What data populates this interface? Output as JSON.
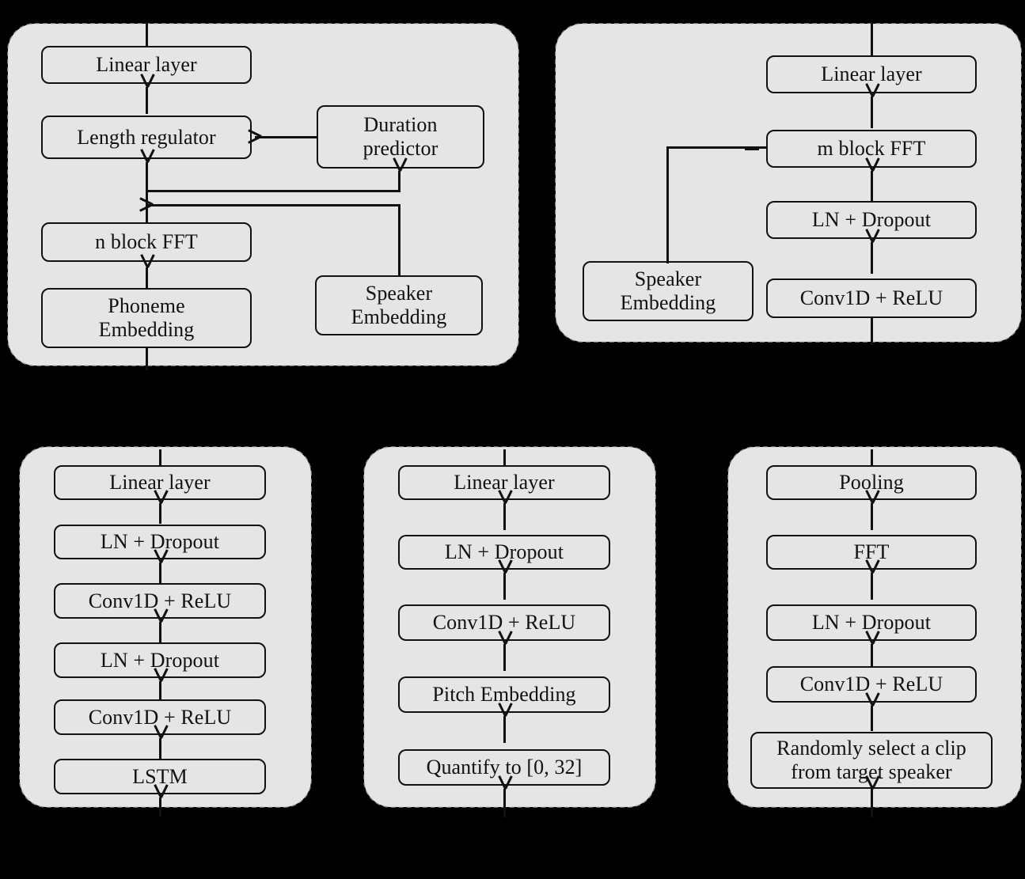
{
  "diagram": {
    "title": "Multi-speaker TTS model architecture blocks",
    "colors": {
      "panel_fill": "#e5e5e5",
      "box_fill": "#e5e5e5",
      "stroke": "#111111",
      "background": "#000000"
    }
  },
  "panels": [
    {
      "id": "panel-acoustic-encoder",
      "name": "acoustic-encoder-panel",
      "boxes": [
        {
          "id": "tl-linear-layer",
          "label": "Linear layer"
        },
        {
          "id": "tl-length-regulator",
          "label": "Length regulator"
        },
        {
          "id": "tl-duration-predictor",
          "label": "Duration\npredictor",
          "line1": "Duration",
          "line2": "predictor"
        },
        {
          "id": "tl-n-block-fft",
          "label": "n block FFT"
        },
        {
          "id": "tl-phoneme-embedding",
          "label": "Phoneme\nEmbedding",
          "line1": "Phoneme",
          "line2": "Embedding"
        },
        {
          "id": "tl-speaker-embedding",
          "label": "Speaker\nEmbedding",
          "line1": "Speaker",
          "line2": "Embedding"
        }
      ],
      "edges": [
        {
          "from": "tl-phoneme-embedding",
          "to": "tl-n-block-fft"
        },
        {
          "from": "tl-n-block-fft",
          "to": "tl-length-regulator"
        },
        {
          "from": "tl-length-regulator",
          "to": "tl-linear-layer"
        },
        {
          "from": "tl-duration-predictor",
          "to": "tl-length-regulator"
        },
        {
          "from": "tl-n-block-fft",
          "to": "tl-duration-predictor"
        },
        {
          "from": "tl-speaker-embedding",
          "to": "tl-n-block-fft-output"
        }
      ]
    },
    {
      "id": "panel-decoder",
      "name": "decoder-panel",
      "boxes": [
        {
          "id": "tr-linear-layer",
          "label": "Linear layer"
        },
        {
          "id": "tr-m-block-fft",
          "label": "m block FFT"
        },
        {
          "id": "tr-ln-dropout",
          "label": "LN + Dropout"
        },
        {
          "id": "tr-conv1d-relu",
          "label": "Conv1D + ReLU"
        },
        {
          "id": "tr-speaker-embedding",
          "label": "Speaker\nEmbedding",
          "line1": "Speaker",
          "line2": "Embedding"
        }
      ],
      "edges": [
        {
          "from": "tr-conv1d-relu",
          "to": "tr-ln-dropout"
        },
        {
          "from": "tr-ln-dropout",
          "to": "tr-m-block-fft"
        },
        {
          "from": "tr-m-block-fft",
          "to": "tr-linear-layer"
        },
        {
          "from": "tr-speaker-embedding",
          "to": "tr-m-block-fft"
        }
      ]
    },
    {
      "id": "panel-duration-predictor",
      "name": "duration-predictor-panel",
      "boxes": [
        {
          "id": "bl-linear-layer",
          "label": "Linear layer"
        },
        {
          "id": "bl-ln-dropout-2",
          "label": "LN + Dropout"
        },
        {
          "id": "bl-conv1d-relu-2",
          "label": "Conv1D + ReLU"
        },
        {
          "id": "bl-ln-dropout-1",
          "label": "LN + Dropout"
        },
        {
          "id": "bl-conv1d-relu-1",
          "label": "Conv1D + ReLU"
        },
        {
          "id": "bl-lstm",
          "label": "LSTM"
        }
      ]
    },
    {
      "id": "panel-pitch-predictor",
      "name": "pitch-predictor-panel",
      "boxes": [
        {
          "id": "bm-linear-layer",
          "label": "Linear layer"
        },
        {
          "id": "bm-ln-dropout",
          "label": "LN + Dropout"
        },
        {
          "id": "bm-conv1d-relu",
          "label": "Conv1D + ReLU"
        },
        {
          "id": "bm-pitch-embedding",
          "label": "Pitch Embedding"
        },
        {
          "id": "bm-quantify",
          "label": "Quantify to [0, 32]"
        }
      ]
    },
    {
      "id": "panel-speaker-encoder",
      "name": "speaker-encoder-panel",
      "boxes": [
        {
          "id": "br-pooling",
          "label": "Pooling"
        },
        {
          "id": "br-fft",
          "label": "FFT"
        },
        {
          "id": "br-ln-dropout",
          "label": "LN + Dropout"
        },
        {
          "id": "br-conv1d-relu",
          "label": "Conv1D + ReLU"
        },
        {
          "id": "br-random-clip",
          "label": "Randomly select a clip\nfrom target speaker",
          "line1": "Randomly select a clip",
          "line2": "from target speaker"
        }
      ]
    }
  ]
}
